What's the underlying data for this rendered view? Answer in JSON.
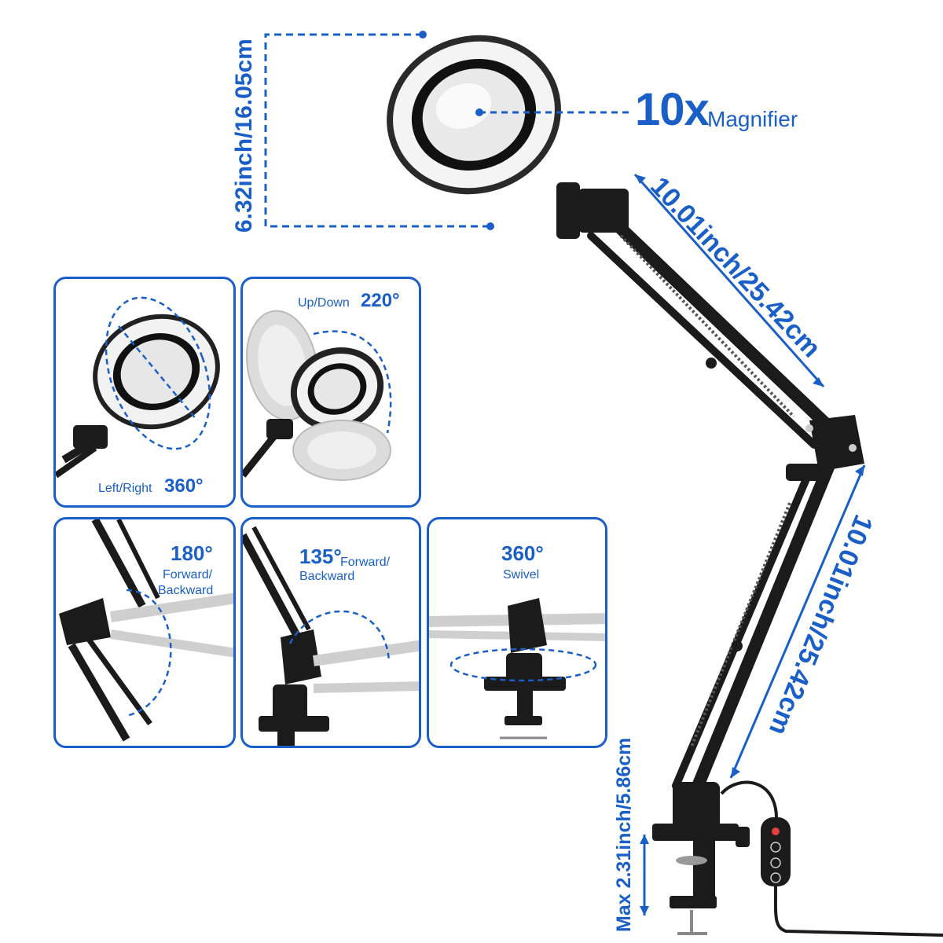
{
  "magnifier": {
    "big": "10x",
    "small": "Magnifier"
  },
  "dims": {
    "lens_height": "6.32inch/16.05cm",
    "upper_arm": "10.01inch/25.42cm",
    "lower_arm": "10.01inch/25.42cm",
    "clamp": "Max 2.31inch/5.86cm"
  },
  "panels": {
    "rotate": {
      "prefix": "Left/Right",
      "angle": "360°"
    },
    "tilt": {
      "prefix": "Up/Down",
      "angle": "220°"
    },
    "fold180": {
      "angle": "180°",
      "line1": "Forward/",
      "line2": "Backward"
    },
    "fold135": {
      "angle": "135°",
      "line1": "Forward/",
      "line2": "Backward"
    },
    "swivel": {
      "angle": "360°",
      "line1": "Swivel"
    }
  },
  "colors": {
    "accent": "#1a5fc8",
    "lamp": "#1b1b1b"
  }
}
